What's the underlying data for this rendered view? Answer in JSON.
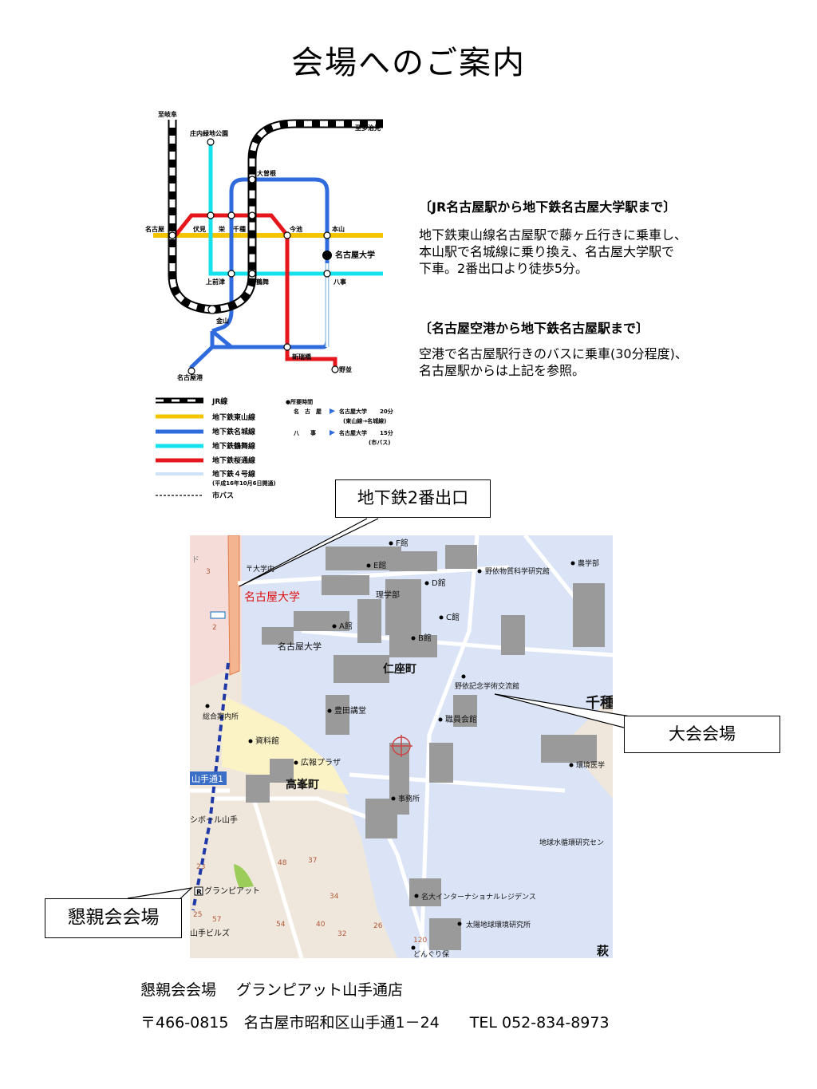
{
  "page": {
    "title": "会場へのご案内"
  },
  "route_map": {
    "directions": [
      "至岐阜",
      "庄内緑地公園",
      "至多治見"
    ],
    "stations": {
      "nagoya": "名古屋",
      "fushimi": "伏見",
      "sakae": "栄",
      "chikusa": "千種",
      "imaike": "今池",
      "motoyama": "本山",
      "ozone": "大曽根",
      "kamimaezu": "上前津",
      "tsurumai": "鶴舞",
      "kanayama": "金山",
      "nagoyakou": "名古屋港",
      "aratama": "新瑞橋",
      "nodai": "名古屋大学",
      "yagoto": "八事",
      "nonami": "野並"
    },
    "legend": [
      {
        "label": "JR線",
        "color": "#000000",
        "style": "jr"
      },
      {
        "label": "地下鉄東山線",
        "color": "#f5c400",
        "style": "solid"
      },
      {
        "label": "地下鉄名城線",
        "color": "#2f6bdc",
        "style": "solid"
      },
      {
        "label": "地下鉄鶴舞線",
        "color": "#16e1ee",
        "style": "solid"
      },
      {
        "label": "地下鉄桜通線",
        "color": "#e6171c",
        "style": "solid"
      },
      {
        "label": "地下鉄４号線",
        "color": "#9fc7ee",
        "style": "double"
      },
      {
        "label": "市バス",
        "color": "#000000",
        "style": "dashed"
      }
    ],
    "legend_note": "(平成16年10月6日開通)",
    "time_title": "●所要時間",
    "times": [
      {
        "from": "名　古　屋",
        "to": "名古屋大学",
        "mins": "20分",
        "note": "(東山線→名城線)"
      },
      {
        "from": "八　　事",
        "to": "名古屋大学",
        "mins": "15分",
        "note": "(市バス)"
      }
    ]
  },
  "directions": [
    {
      "heading": "〔JR名古屋駅から地下鉄名古屋大学駅まで〕",
      "lines": [
        "地下鉄東山線名古屋駅で藤ヶ丘行きに乗車し、",
        "本山駅で名城線に乗り換え、名古屋大学駅で",
        "下車。2番出口より徒歩5分。"
      ]
    },
    {
      "heading": "〔名古屋空港から地下鉄名古屋駅まで〕",
      "lines": [
        "空港で名古屋駅行きのバスに乗車(30分程度)、",
        "名古屋駅からは上記を参照。"
      ]
    }
  ],
  "campus_map": {
    "labels": {
      "daigaku_red": "名古屋大学",
      "daigaku_post": "〒大学内",
      "daigaku_mark": "名古屋大学",
      "f": "F館",
      "e": "E館",
      "d": "D館",
      "c": "C館",
      "b": "B館",
      "a": "A館",
      "rigaku": "理学部",
      "noyori_bussitsu": "野依物質科学研究館",
      "nogaku": "農学部",
      "nizamachi": "仁座町",
      "noyori_kinen": "野依記念学術交流館",
      "chikusa": "千種",
      "toyoda": "豊田講堂",
      "shokuin": "職員会館",
      "sogo": "総合案内所",
      "shiryo": "資料館",
      "koho": "広報プラザ",
      "takamine": "高峯町",
      "jimusho": "事務所",
      "kankyo": "環境医学",
      "chikyu": "地球水循環研究セン",
      "yamate1": "山手通1",
      "yamate_hill": "シボール山手",
      "granpia": "グランピアット",
      "yamate_biru": "山手ビルズ",
      "international": "名大インターナショナルレジデンス",
      "taiyo": "太陽地球環境研究所",
      "donguri": "どんぐり保",
      "hagi": "萩",
      "kanji_do": "ド"
    }
  },
  "callouts": {
    "exit": "地下鉄2番出口",
    "main_venue": "大会会場",
    "banquet": "懇親会会場"
  },
  "footer": {
    "line1": "懇親会会場　 グランピアット山手通店",
    "line2": "〒466-0815　名古屋市昭和区山手通1－24　　TEL 052-834-8973"
  }
}
